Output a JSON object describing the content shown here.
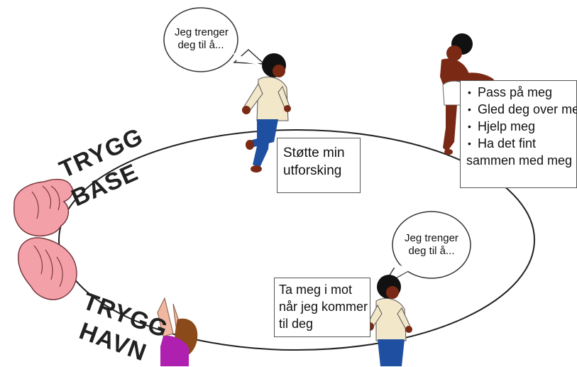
{
  "labels": {
    "trygg_base_top": "TRYGG",
    "trygg_base_bottom": "BASE",
    "trygg_havn_top": "TRYGG",
    "trygg_havn_bottom": "HAVN"
  },
  "bubbles": {
    "top": {
      "line1": "Jeg trenger",
      "line2": "deg til å..."
    },
    "bottom": {
      "line1": "Jeg trenger",
      "line2": "deg til å..."
    }
  },
  "boxes": {
    "explore": {
      "line1": "Støtte min",
      "line2": "utforsking"
    },
    "welcome": {
      "line1": "Ta meg i mot",
      "line2": "når jeg kommer",
      "line3": "til deg"
    },
    "needs": {
      "items": [
        "Pass på meg",
        "Gled deg over meg",
        "Hjelp meg",
        "Ha det fint"
      ],
      "last_continuation": "sammen med meg"
    }
  },
  "colors": {
    "hand_fill": "#f4a0a8",
    "skin_dark": "#7a2a14",
    "shirt": "#f3e7c9",
    "jeans": "#1f4fa0",
    "purple_top": "#b020b0",
    "hair_brown": "#8a4a1a"
  },
  "icons": [
    "left-hand-top-icon",
    "left-hand-bottom-icon",
    "walking-child-top-icon",
    "walking-child-bottom-icon",
    "baby-sitting-icon",
    "reaching-child-icon"
  ]
}
